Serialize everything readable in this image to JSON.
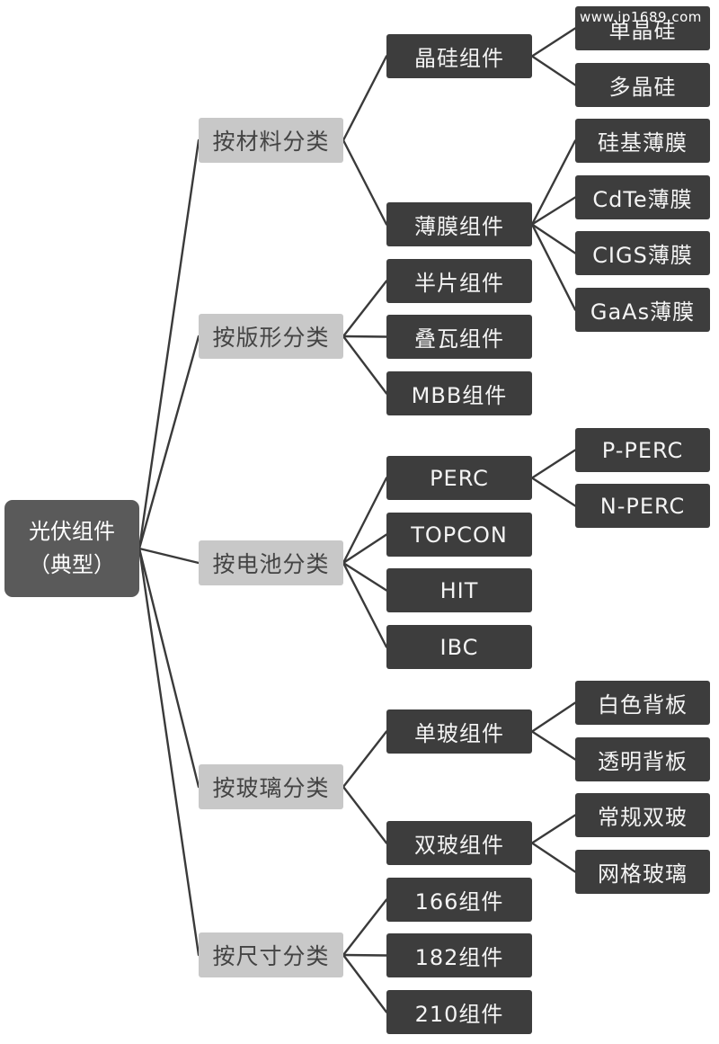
{
  "root": {
    "line1": "光伏组件",
    "line2": "（典型）"
  },
  "categories": [
    {
      "label": "按材料分类",
      "children": [
        {
          "label": "晶硅组件",
          "children": [
            "单晶硅",
            "多晶硅"
          ]
        },
        {
          "label": "薄膜组件",
          "children": [
            "硅基薄膜",
            "CdTe薄膜",
            "CIGS薄膜",
            "GaAs薄膜"
          ]
        }
      ]
    },
    {
      "label": "按版形分类",
      "children": [
        {
          "label": "半片组件",
          "children": []
        },
        {
          "label": "叠瓦组件",
          "children": []
        },
        {
          "label": "MBB组件",
          "children": []
        }
      ]
    },
    {
      "label": "按电池分类",
      "children": [
        {
          "label": "PERC",
          "children": [
            "P-PERC",
            "N-PERC"
          ]
        },
        {
          "label": "TOPCON",
          "children": []
        },
        {
          "label": "HIT",
          "children": []
        },
        {
          "label": "IBC",
          "children": []
        }
      ]
    },
    {
      "label": "按玻璃分类",
      "children": [
        {
          "label": "单玻组件",
          "children": [
            "白色背板",
            "透明背板"
          ]
        },
        {
          "label": "双玻组件",
          "children": [
            "常规双玻",
            "网格玻璃"
          ]
        }
      ]
    },
    {
      "label": "按尺寸分类",
      "children": [
        {
          "label": "166组件",
          "children": []
        },
        {
          "label": "182组件",
          "children": []
        },
        {
          "label": "210组件",
          "children": []
        }
      ]
    }
  ],
  "watermark": "www.ip1689.com"
}
